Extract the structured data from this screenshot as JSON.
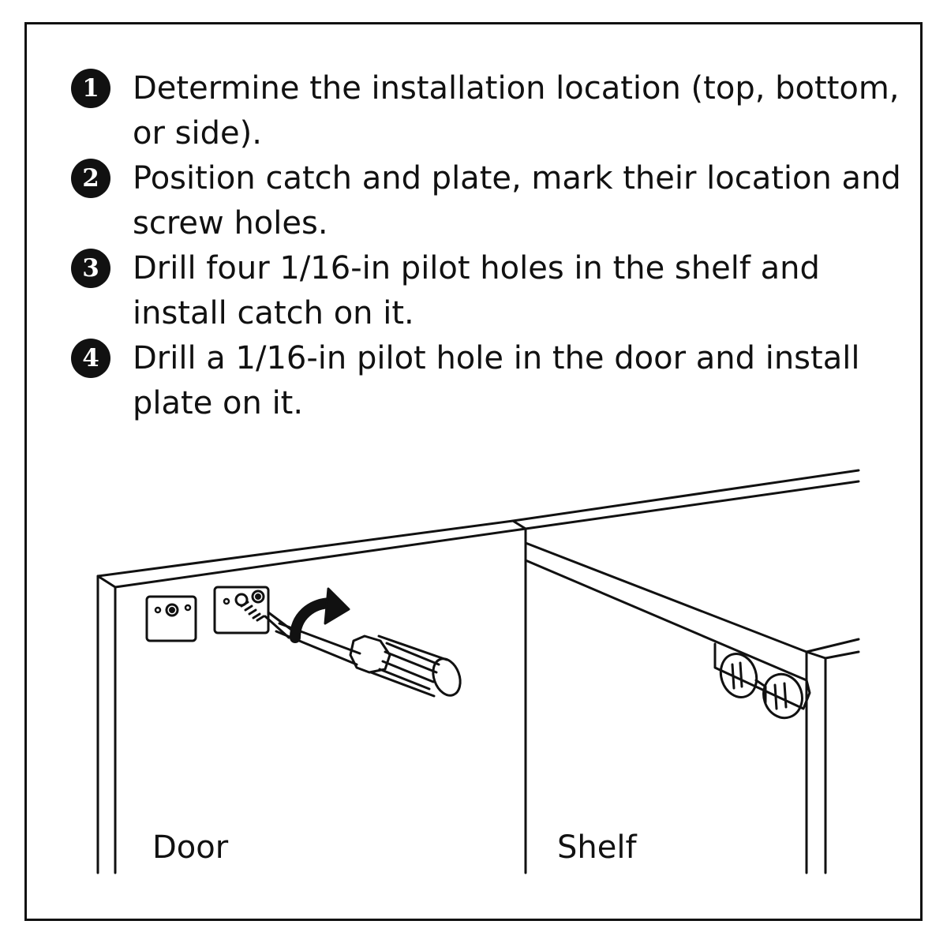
{
  "steps": [
    {
      "number": "1",
      "text": "Determine the installation location (top, bottom, or side)."
    },
    {
      "number": "2",
      "text": "Position catch and plate, mark their location and screw holes."
    },
    {
      "number": "3",
      "text": "Drill four 1/16-in pilot holes in the shelf and install catch on it."
    },
    {
      "number": "4",
      "text": "Drill a 1/16-in pilot hole in the door and install plate on it."
    }
  ],
  "labels": {
    "door": "Door",
    "shelf": "Shelf"
  },
  "colors": {
    "ink": "#111111",
    "background": "#ffffff"
  },
  "icons": [
    "step-number-badge",
    "screwdriver-icon",
    "rotate-arrow-icon",
    "screw-icon"
  ]
}
